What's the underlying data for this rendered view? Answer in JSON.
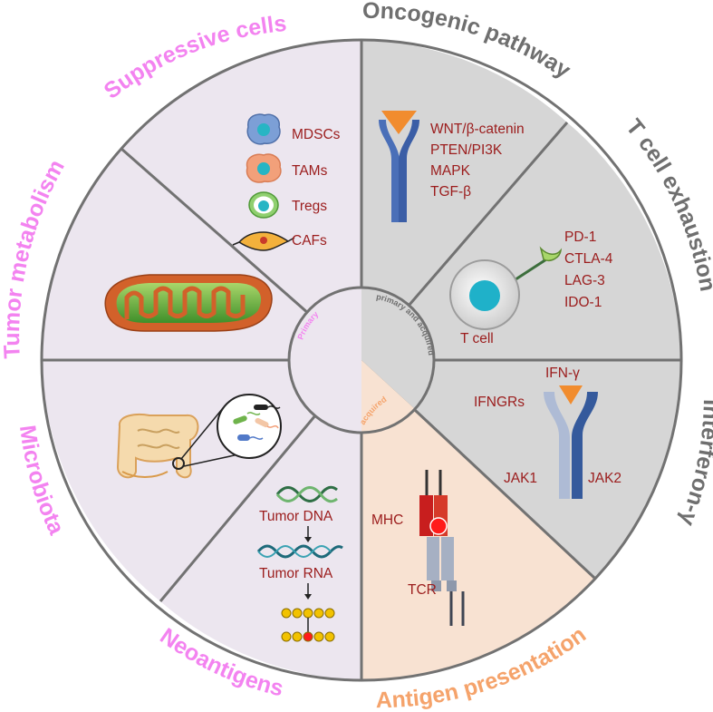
{
  "center": {
    "primary": "Primary",
    "primary_and_acquired": "primary and acquired",
    "acquired": "acquired"
  },
  "sectors": {
    "suppressive_cells": {
      "title": "Suppressive cells",
      "items": [
        "MDSCs",
        "TAMs",
        "Tregs",
        "CAFs"
      ]
    },
    "oncogenic_pathway": {
      "title": "Oncogenic pathway",
      "items": [
        "WNT/β-catenin",
        "PTEN/PI3K",
        "MAPK",
        "TGF-β"
      ]
    },
    "t_cell_exhaustion": {
      "title": "T cell exhaustion",
      "items": [
        "PD-1",
        "CTLA-4",
        "LAG-3",
        "IDO-1"
      ],
      "cell_label": "T cell"
    },
    "interferon": {
      "title": "Interferon-γ",
      "ligand": "IFN-γ",
      "receptor": "IFNGRs",
      "jak1": "JAK1",
      "jak2": "JAK2"
    },
    "antigen_presentation": {
      "title": "Antigen presentation",
      "mhc": "MHC",
      "tcr": "TCR"
    },
    "neoantigens": {
      "title": "Neoantigens",
      "dna": "Tumor DNA",
      "rna": "Tumor RNA"
    },
    "microbiota": {
      "title": "Microbiota"
    },
    "tumor_metabolism": {
      "title": "Tumor metabolism"
    }
  },
  "colors": {
    "primary_fill": "#ece6ef",
    "primary_and_acquired_fill": "#d6d6d6",
    "acquired_fill": "#f8e2d2",
    "border": "#727272",
    "pink_label": "#f383f0",
    "gray_label": "#6f6f6f",
    "orange_label": "#f5a36b",
    "item_text": "#9b1c1c"
  }
}
